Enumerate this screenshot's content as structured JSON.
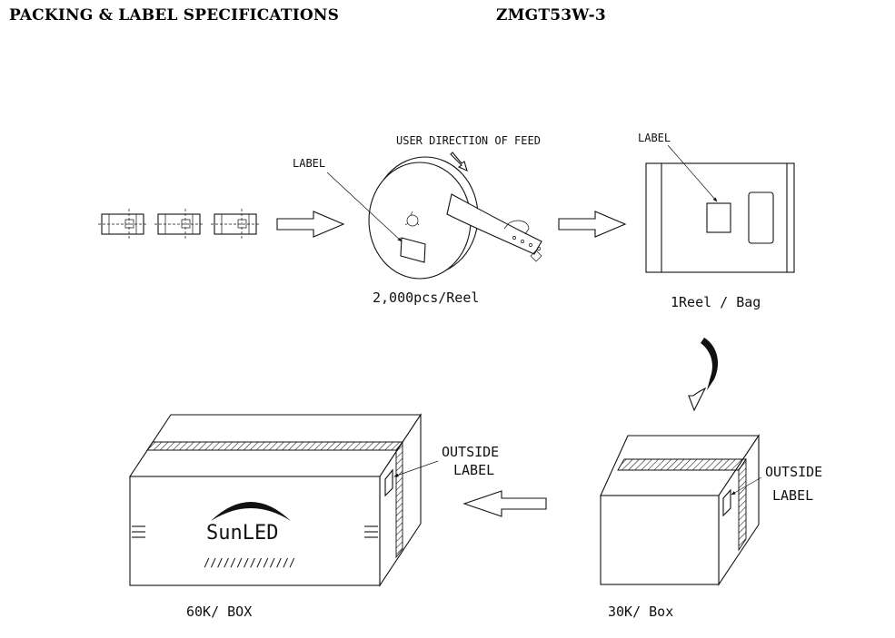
{
  "header": {
    "title": "PACKING & LABEL SPECIFICATIONS",
    "part_number": "ZMGT53W-3"
  },
  "reel": {
    "label": "LABEL",
    "feed_direction": "USER DIRECTION OF FEED",
    "quantity": "2,000pcs/Reel"
  },
  "bag": {
    "label": "LABEL",
    "quantity": "1Reel  /  Bag"
  },
  "small_box": {
    "label_line1": "OUTSIDE",
    "label_line2": "LABEL",
    "quantity": "30K/  Box"
  },
  "large_box": {
    "label_line1": "OUTSIDE",
    "label_line2": "LABEL",
    "brand": "SunLED",
    "quantity": "60K/  BOX"
  }
}
